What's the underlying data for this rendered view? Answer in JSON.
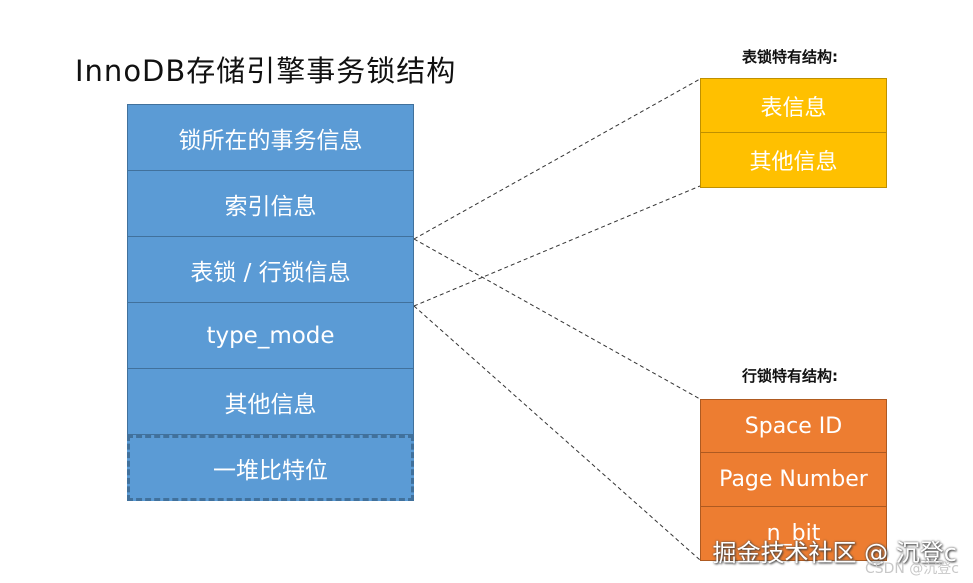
{
  "title": "InnoDB存储引擎事务锁结构",
  "main_cells": [
    "锁所在的事务信息",
    "索引信息",
    "表锁 / 行锁信息",
    "type_mode",
    "其他信息",
    "一堆比特位"
  ],
  "table_lock": {
    "label": "表锁特有结构:",
    "cells": [
      "表信息",
      "其他信息"
    ]
  },
  "row_lock": {
    "label": "行锁特有结构:",
    "cells": [
      "Space ID",
      "Page Number",
      "n_bit"
    ]
  },
  "watermark": "掘金技术社区 @ 沉登c",
  "watermark_small": "CSDN @沉登c",
  "colors": {
    "blue": "#5b9bd5",
    "yellow": "#ffc000",
    "orange": "#ed7d31"
  }
}
